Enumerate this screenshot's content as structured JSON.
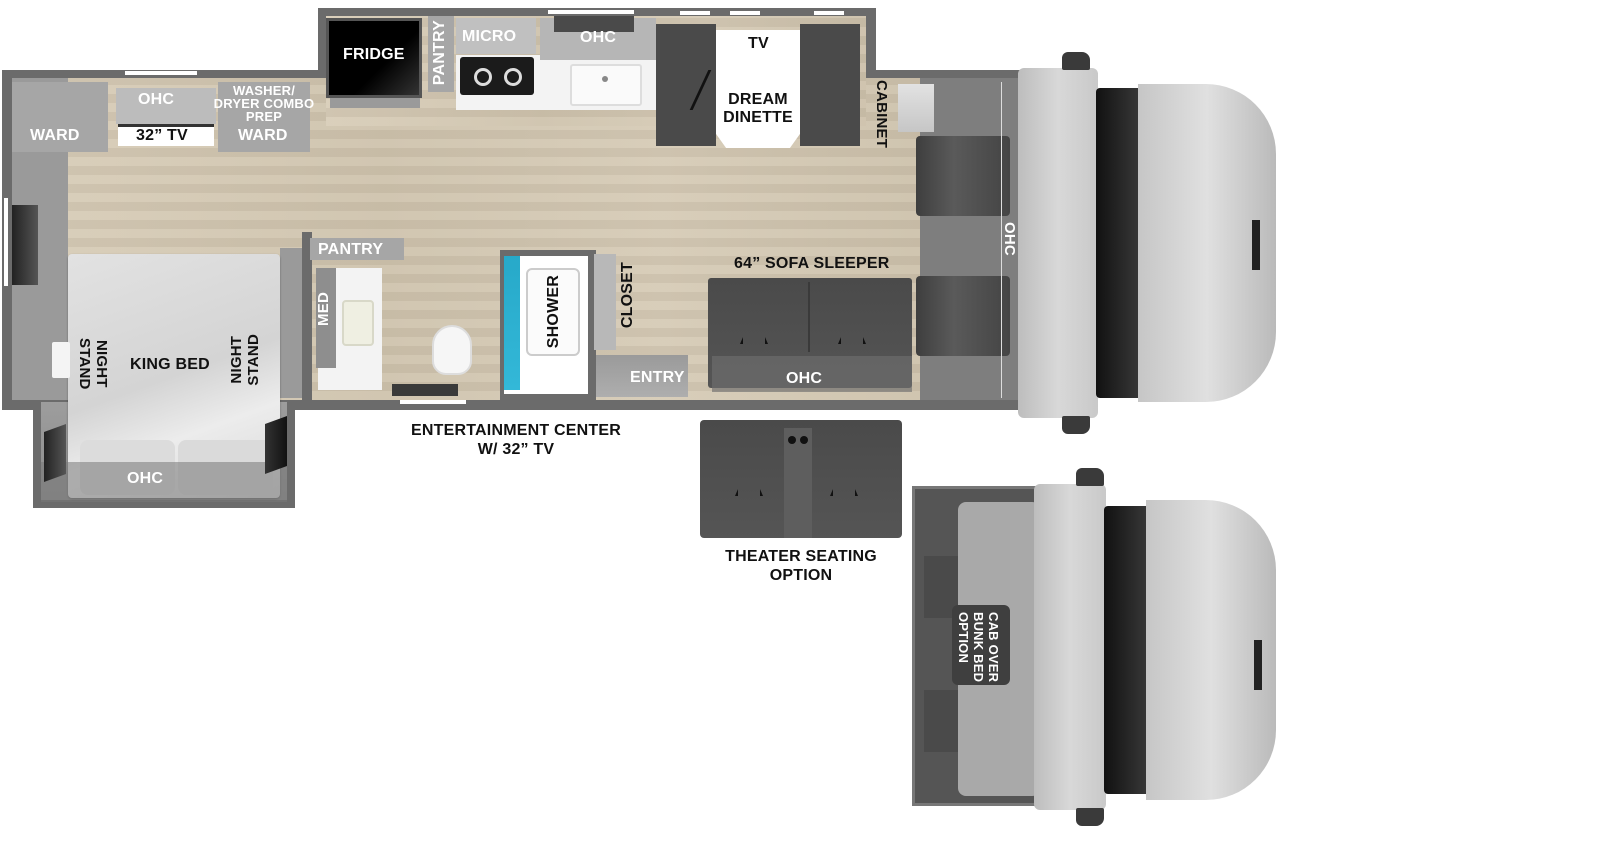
{
  "diagram": {
    "type": "rv-floorplan",
    "colors": {
      "wall": "#6b6b6b",
      "floor": "#d4c8b2",
      "cabinet": "#a6a6a6",
      "furniture_dark": "#4a4a4a",
      "shower_accent": "#27a9c9",
      "truck_body": "#c8c8c8",
      "fridge": "#0a0a0a"
    },
    "bedroom": {
      "ward_left": "WARD",
      "ohc_top": "OHC",
      "tv": "32” TV",
      "washer_dryer": [
        "WASHER/",
        "DRYER COMBO",
        "PREP"
      ],
      "ward_right": "WARD",
      "bed": "KING BED",
      "night_stand_left": [
        "NIGHT",
        "STAND"
      ],
      "night_stand_right": [
        "NIGHT",
        "STAND"
      ],
      "ohc_slide": "OHC"
    },
    "bath": {
      "pantry": "PANTRY",
      "med": "MED",
      "shower": "SHOWER",
      "closet": "CLOSET"
    },
    "kitchen": {
      "fridge": "FRIDGE",
      "pantry": "PANTRY",
      "micro": "MICRO",
      "ohc": "OHC"
    },
    "dinette": {
      "tv": "TV",
      "label": [
        "DREAM",
        "DINETTE"
      ]
    },
    "front": {
      "cabinet": "CABINET",
      "ohc": "OHC",
      "sofa": "64” SOFA SLEEPER",
      "ohc_sofa": "OHC",
      "entry": "ENTRY"
    },
    "callouts": {
      "entertainment": [
        "ENTERTAINMENT CENTER",
        "W/ 32” TV"
      ],
      "theater": [
        "THEATER SEATING",
        "OPTION"
      ],
      "cab_over": [
        "CAB OVER",
        "BUNK BED",
        "OPTION"
      ]
    }
  }
}
